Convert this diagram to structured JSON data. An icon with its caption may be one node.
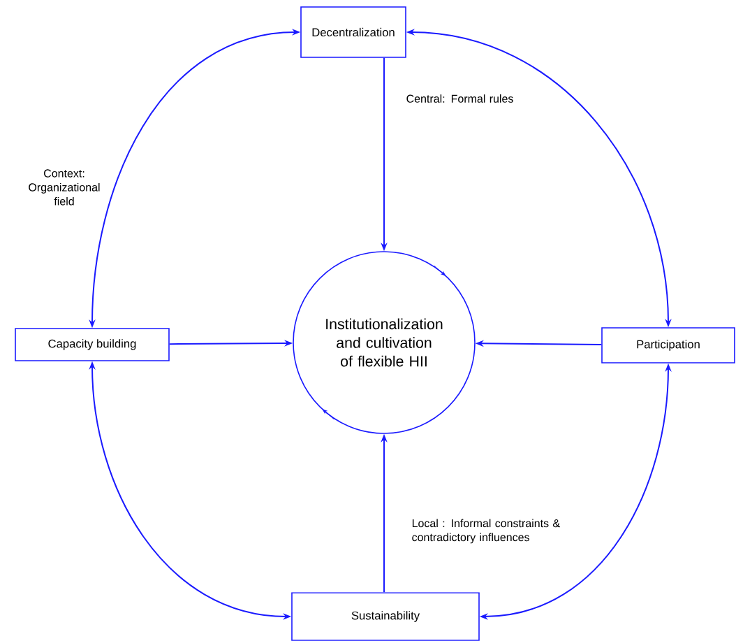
{
  "diagram": {
    "nodes": [
      {
        "text": [
          "Decentralization"
        ]
      },
      {
        "text": [
          "Capacity building"
        ]
      },
      {
        "text": [
          "Institutionalization and cultivation of flexible HII"
        ]
      },
      {
        "text": [
          "Participation"
        ]
      },
      {
        "text": [
          "Sustainability"
        ]
      }
    ],
    "edges": [
      {
        "from": 0,
        "to": 2,
        "arrow": "to",
        "label": "Central: Formal rules"
      },
      {
        "from": 1,
        "to": 2,
        "arrow": "to"
      },
      {
        "from": 3,
        "to": 2,
        "arrow": "to"
      },
      {
        "from": 4,
        "to": 2,
        "arrow": "to",
        "label": "Local : Informal constraints & contradictory influences"
      },
      {
        "from": 0,
        "to": 1,
        "arrow": "both",
        "label": "Context: Organizational field"
      },
      {
        "from": 0,
        "to": 3,
        "arrow": "both"
      },
      {
        "from": 1,
        "to": 4,
        "arrow": "both"
      },
      {
        "from": 3,
        "to": 4,
        "arrow": "both"
      }
    ]
  }
}
